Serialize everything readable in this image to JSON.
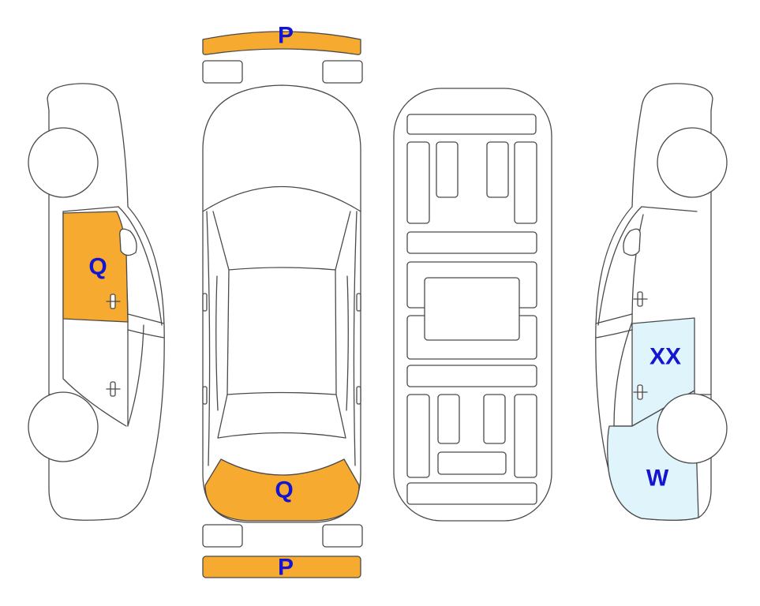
{
  "colors": {
    "orange": "#F6AA2F",
    "light_blue": "#DFF4FB",
    "label": "#1515D0",
    "outline": "#4a4a4a"
  },
  "labels": {
    "front_bumper": "P",
    "left_rear_door": "Q",
    "trunk_lid": "Q",
    "rear_bumper": "P",
    "right_rear_door": "XX",
    "right_rear_fender": "W"
  }
}
